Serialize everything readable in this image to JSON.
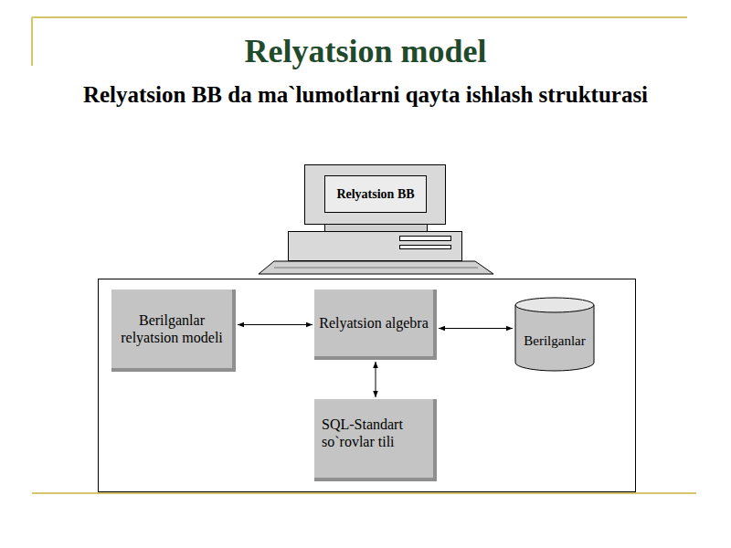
{
  "diagram": {
    "title": "Relyatsion model",
    "nodes": [
      {
        "text": [
          "Relyatsion BB"
        ]
      },
      {
        "text": [
          "Berilganlar relyatsion modeli"
        ]
      },
      {
        "text": [
          "Relyatsion algebra"
        ]
      },
      {
        "text": [
          "Berilganlar"
        ]
      },
      {
        "text": [
          "SQL-Standart so`rovlar tili"
        ]
      }
    ],
    "edges": [
      {
        "from": 1,
        "to": 2,
        "arrow": "both"
      },
      {
        "from": 2,
        "to": 3,
        "arrow": "both"
      },
      {
        "from": 2,
        "to": 4,
        "arrow": "both"
      }
    ],
    "labels": [
      "Relyatsion BB da ma`lumotlarni qayta ishlash strukturasi"
    ]
  }
}
